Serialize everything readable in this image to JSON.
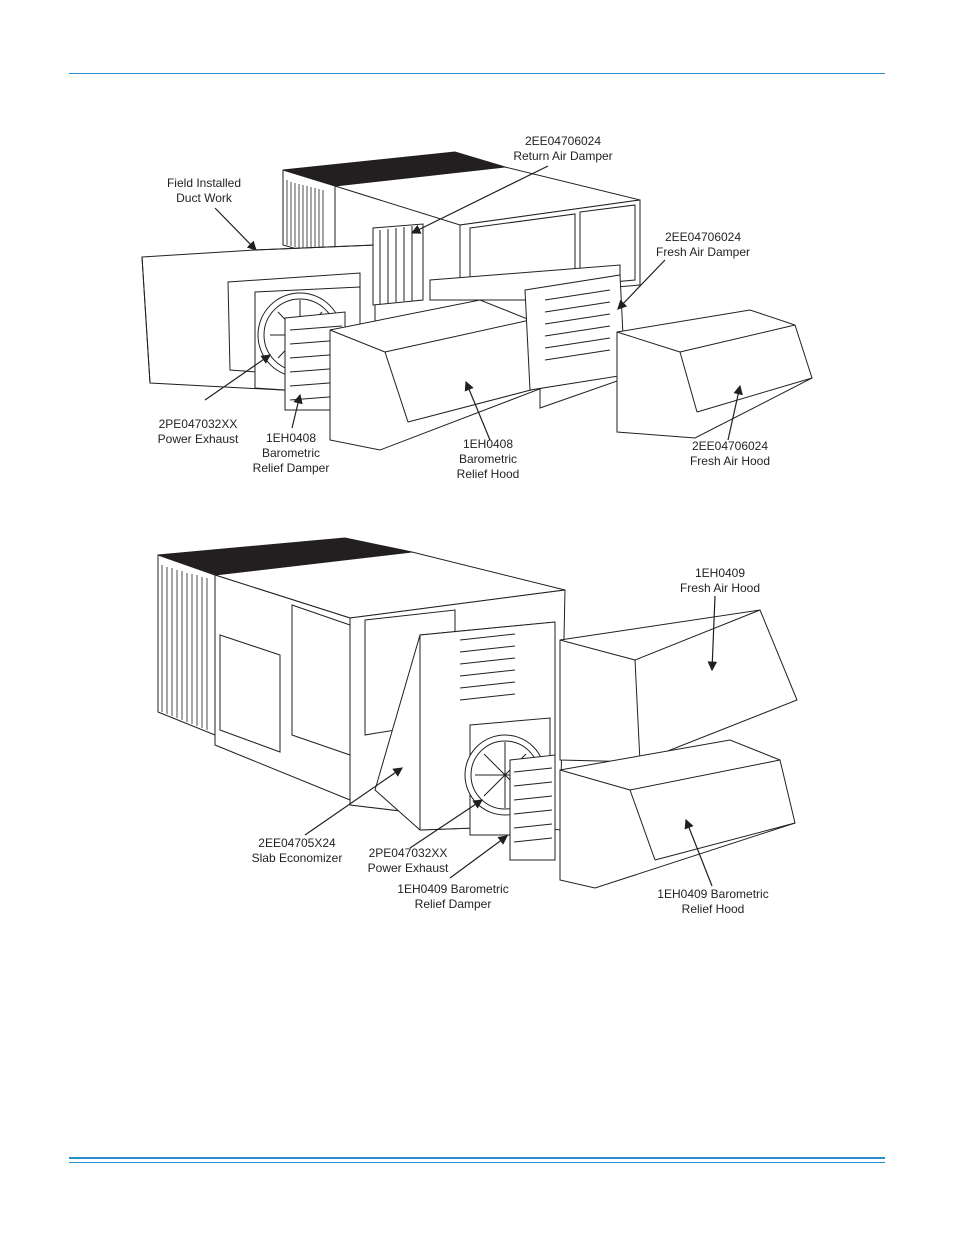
{
  "figure_top": {
    "labels": {
      "return_air_damper": "2EE04706024\nReturn Air Damper",
      "field_duct": "Field Installed\nDuct Work",
      "fresh_air_damper": "2EE04706024\nFresh Air Damper",
      "power_exhaust": "2PE047032XX\nPower Exhaust",
      "baro_damper": "1EH0408\nBarometric\nRelief Damper",
      "baro_hood": "1EH0408\nBarometric\nRelief Hood",
      "fresh_air_hood": "2EE04706024\nFresh Air Hood"
    }
  },
  "figure_bottom": {
    "labels": {
      "fresh_air_hood": "1EH0409\nFresh Air Hood",
      "slab_economizer": "2EE04705X24\nSlab Economizer",
      "power_exhaust": "2PE047032XX\nPower Exhaust",
      "baro_damper": "1EH0409 Barometric\nRelief Damper",
      "baro_hood": "1EH0409 Barometric\nRelief Hood"
    }
  },
  "colors": {
    "rule": "#2a8fd0",
    "ink": "#231f20"
  }
}
